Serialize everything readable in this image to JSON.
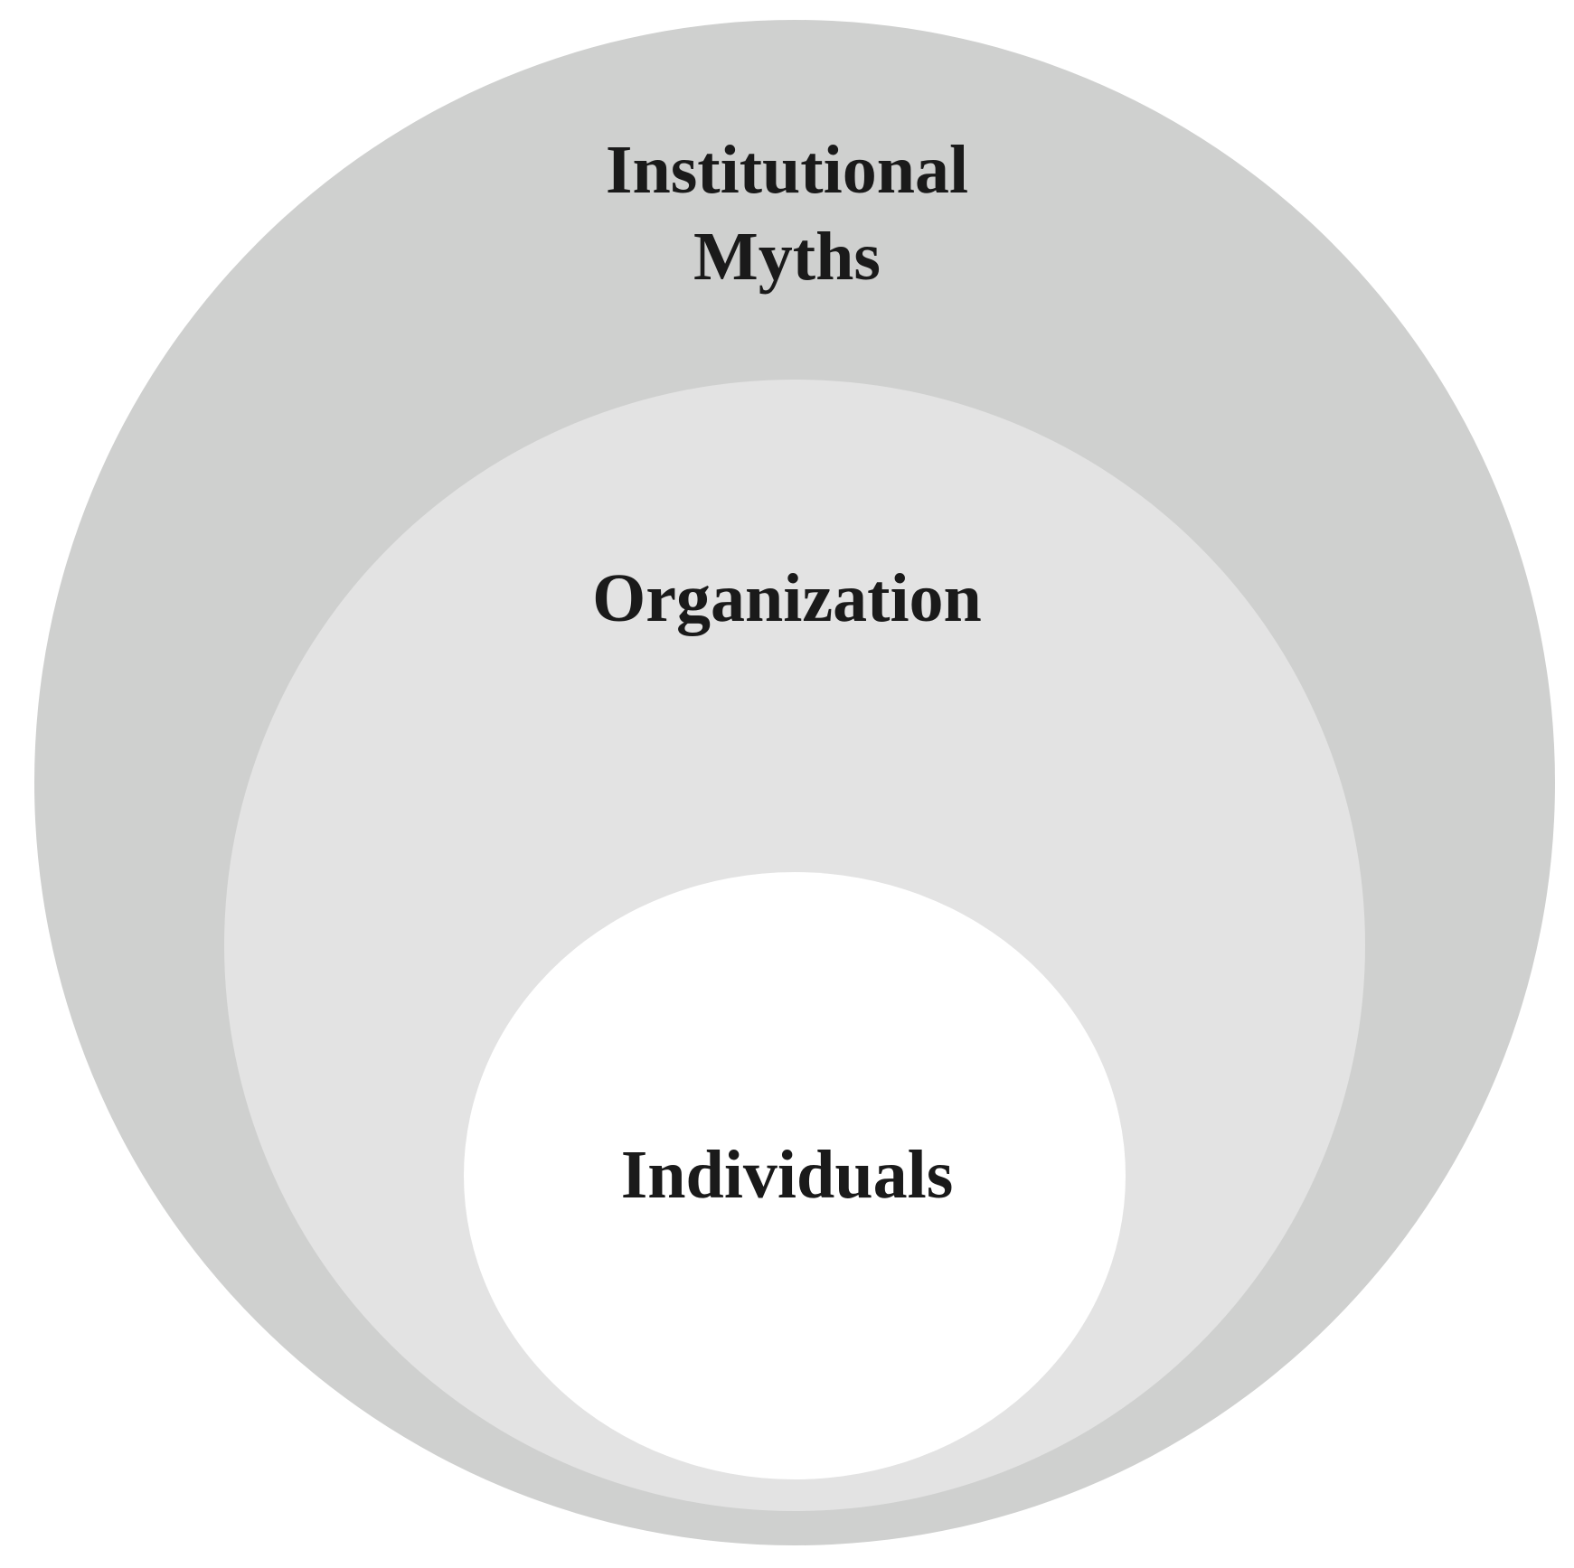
{
  "layers": [
    {
      "id": "outer",
      "lines": [
        "Institutional",
        "Myths"
      ],
      "color": "#cfd0cf"
    },
    {
      "id": "middle",
      "lines": [
        "Organization"
      ],
      "color": "#e3e3e3"
    },
    {
      "id": "inner",
      "lines": [
        "Individuals"
      ],
      "color": "#ffffff"
    }
  ]
}
